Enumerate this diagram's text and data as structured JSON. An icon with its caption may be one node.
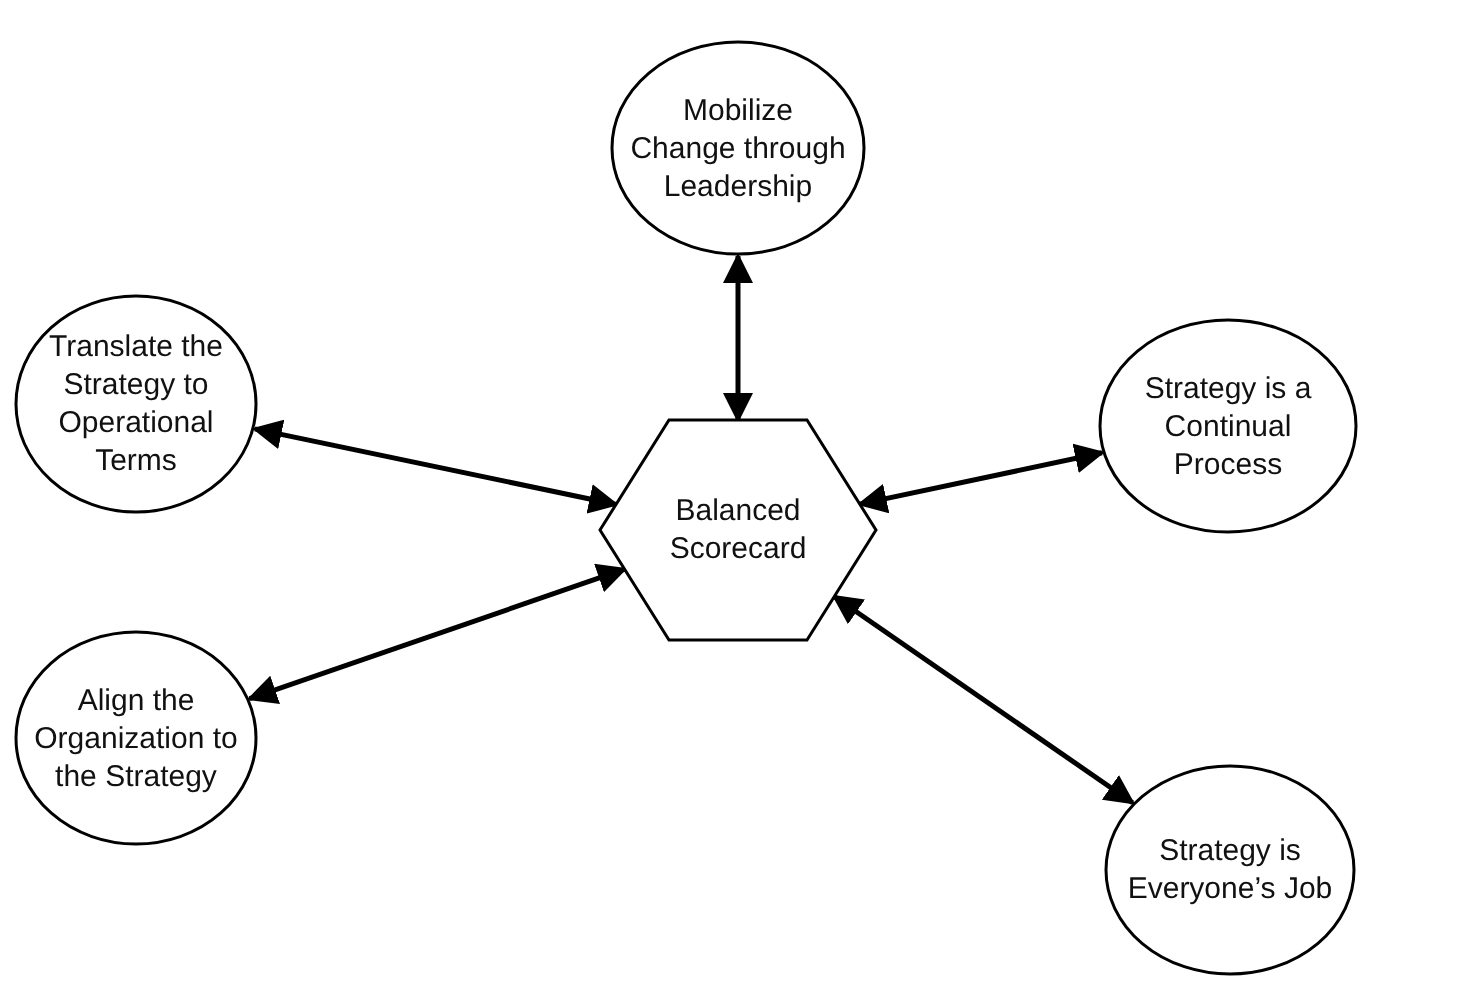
{
  "diagram": {
    "nodes": [
      {
        "text": [
          "Mobilize Change through Leadership"
        ]
      },
      {
        "text": [
          "Translate the Strategy to Operational Terms"
        ]
      },
      {
        "text": [
          "Strategy is a Continual Process"
        ]
      },
      {
        "text": [
          "Balanced Scorecard"
        ]
      },
      {
        "text": [
          "Align the Organization to the Strategy"
        ]
      },
      {
        "text": [
          "Strategy is Everyone’s Job"
        ]
      }
    ],
    "edges": [
      {
        "from": 3,
        "to": 0,
        "arrow": "both"
      },
      {
        "from": 3,
        "to": 1,
        "arrow": "both"
      },
      {
        "from": 3,
        "to": 2,
        "arrow": "both"
      },
      {
        "from": 3,
        "to": 4,
        "arrow": "both"
      },
      {
        "from": 3,
        "to": 5,
        "arrow": "both"
      }
    ]
  }
}
